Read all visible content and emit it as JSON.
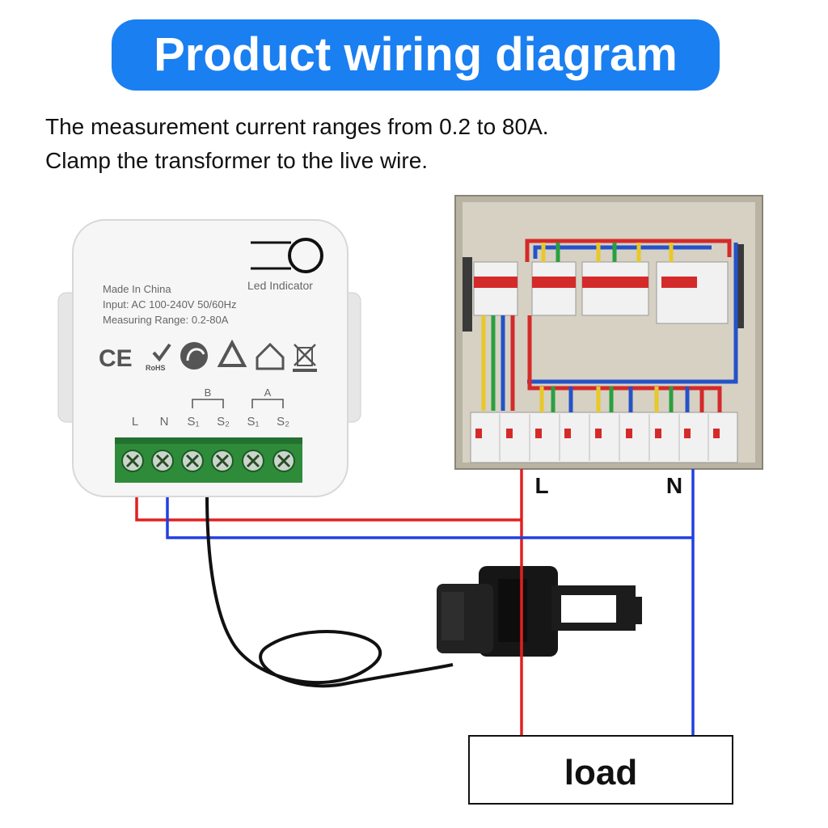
{
  "title": "Product wiring diagram",
  "description": [
    "The measurement current ranges from 0.2 to 80A.",
    "Clamp the transformer to the live wire."
  ],
  "module": {
    "made_in": "Made In China",
    "input": "Input: AC 100-240V 50/60Hz",
    "range": "Measuring Range: 0.2-80A",
    "led_label": "Led Indicator",
    "group_b": "B",
    "group_a": "A",
    "terminals": [
      "L",
      "N",
      "S₁",
      "S₂",
      "S₁",
      "S₂"
    ],
    "cert_ce": "CE",
    "cert_rohs": "RoHS"
  },
  "panel": {
    "live_label": "L",
    "neutral_label": "N"
  },
  "load_label": "load",
  "colors": {
    "banner": "#1a7ff0",
    "live": "#e02020",
    "neutral": "#2040e0",
    "terminal": "#2e8b3a"
  }
}
